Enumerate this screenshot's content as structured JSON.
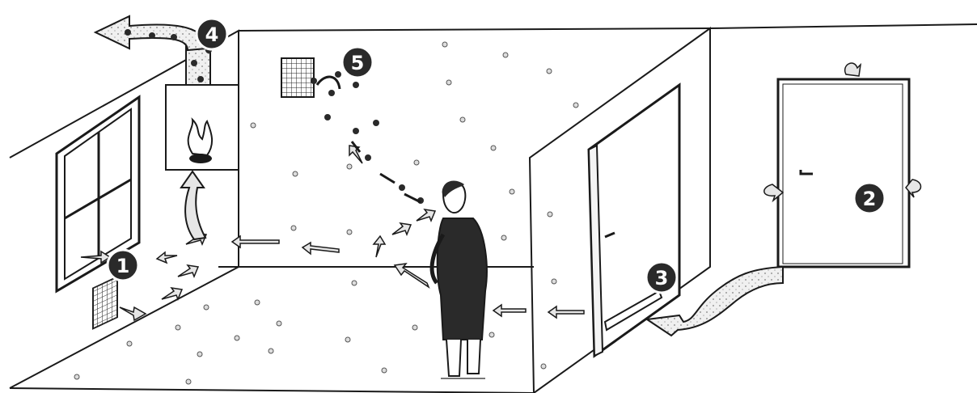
{
  "markers": [
    {
      "id": "1",
      "label": "1"
    },
    {
      "id": "2",
      "label": "2"
    },
    {
      "id": "3",
      "label": "3"
    },
    {
      "id": "4",
      "label": "4"
    },
    {
      "id": "5",
      "label": "5"
    }
  ],
  "colors": {
    "line": "#1a1a1a",
    "arrow_fill": "#e6e6e6",
    "dark_fill": "#2a2a2a",
    "dot_fill": "#dddddd"
  }
}
